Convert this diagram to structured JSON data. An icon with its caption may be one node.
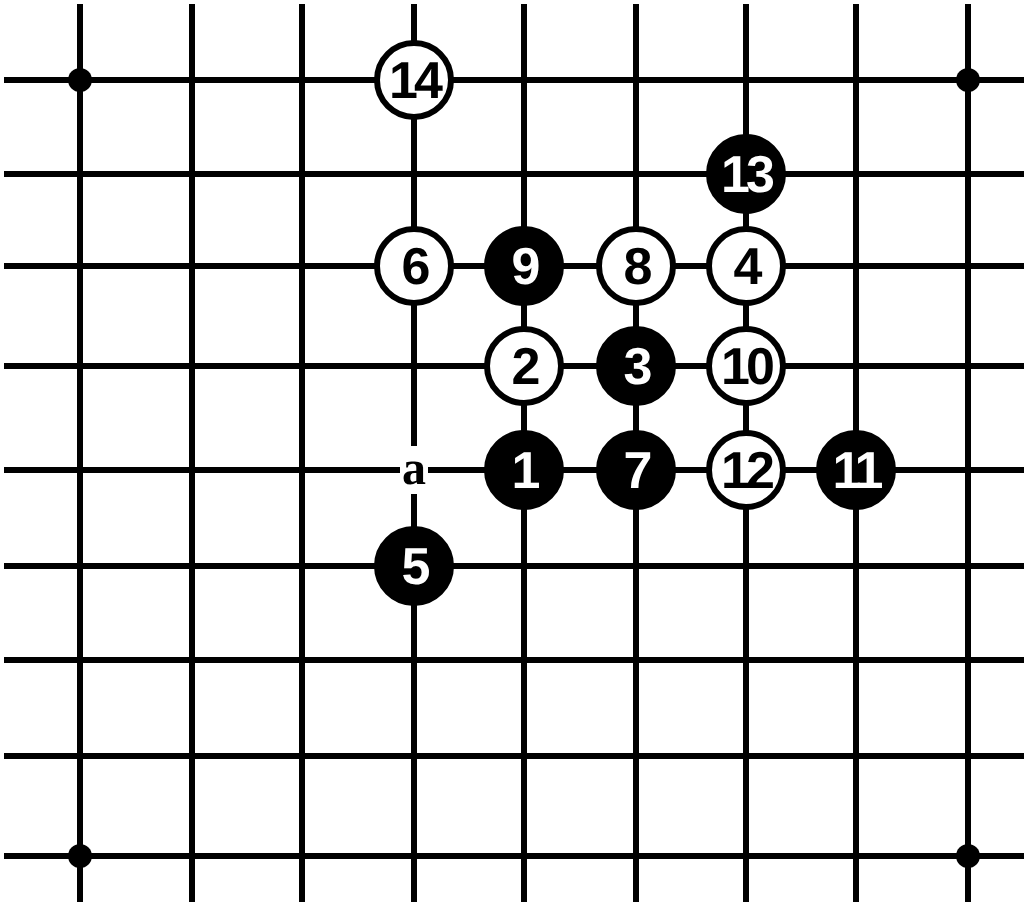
{
  "diagram": {
    "nodes": [
      {
        "text": [
          "14"
        ]
      },
      {
        "text": [
          "13"
        ]
      },
      {
        "text": [
          "6"
        ]
      },
      {
        "text": [
          "9"
        ]
      },
      {
        "text": [
          "8"
        ]
      },
      {
        "text": [
          "4"
        ]
      },
      {
        "text": [
          "2"
        ]
      },
      {
        "text": [
          "3"
        ]
      },
      {
        "text": [
          "10"
        ]
      },
      {
        "text": [
          "1"
        ]
      },
      {
        "text": [
          "7"
        ]
      },
      {
        "text": [
          "12"
        ]
      },
      {
        "text": [
          "11"
        ]
      },
      {
        "text": [
          "5"
        ]
      }
    ],
    "labels": [
      "a"
    ]
  }
}
